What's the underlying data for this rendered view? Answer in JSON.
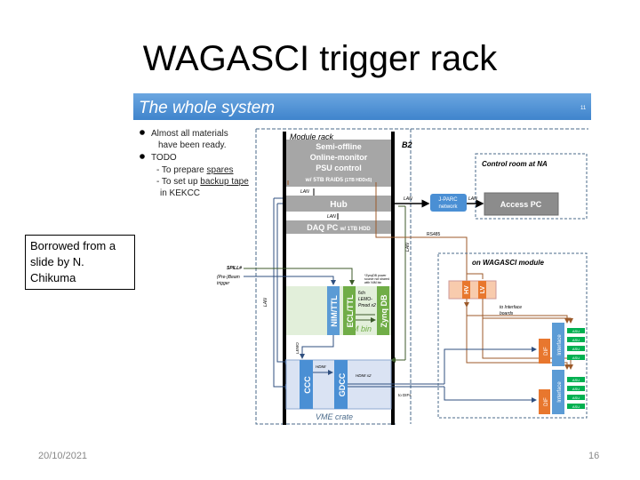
{
  "slide": {
    "title": "WAGASCI trigger rack",
    "note": "Borrowed from a slide by N. Chikuma",
    "footer_date": "20/10/2021",
    "page_number": "16"
  },
  "embedded_slide": {
    "header": "The whole system",
    "header_page": "11",
    "bullets": [
      {
        "text": "Almost all materials",
        "cont": "have been ready."
      },
      {
        "text": "TODO"
      }
    ],
    "todo_items": [
      {
        "prefix": "- To prepare ",
        "underlined": "spares"
      },
      {
        "prefix": "- To set up ",
        "underlined": "backup tape",
        "cont": "in KEKCC"
      }
    ],
    "module_rack": {
      "label": "Module rack",
      "server_lines": [
        "Semi-offline",
        "Online-monitor",
        "PSU control"
      ],
      "server_storage": "w/ 5TB RAID5",
      "server_storage_small": "(1TB HDDx5)",
      "hub": "Hub",
      "daq_pc": "DAQ PC",
      "daq_pc_storage": "w/ 1TB HDD",
      "lan_label": "LAN",
      "b2": "B2"
    },
    "network": {
      "jparc": [
        "J-PARC",
        "network"
      ],
      "control_room": "Control room at NA",
      "access_pc": "Access PC",
      "lan": "LAN",
      "rs485": "RS485"
    },
    "signals": {
      "spill": "SPILL#",
      "beam_trigger": [
        "(Pre-)Beam",
        "trigger"
      ],
      "lan_vertical": "LAN",
      "lan_right": "LAN"
    },
    "nim_bin": {
      "label": "NIM bin",
      "modules": [
        "NIM/TTL",
        "ECL/TTL",
        "Zynq DB"
      ],
      "lemo_note": [
        "6ch",
        "LEMO-",
        "Pmod x2"
      ],
      "zynq_note": [
        "*ZynqDB power",
        "source not shared",
        "with NIM bin"
      ],
      "lemo_label": "LEMO"
    },
    "vme_crate": {
      "label": "VME crate",
      "modules": [
        "CCC",
        "GDCC"
      ],
      "hdmi": "HDMI",
      "hdmi_x2": "HDMI x2",
      "to_difs": "to DIFs"
    },
    "wagasci_module": {
      "label": "on WAGASCI module",
      "hv": "HV",
      "lv": "LV",
      "to_interface": [
        "to Interface",
        "boards"
      ],
      "dif": "DIF",
      "interface": "Interface",
      "asu": "ASU"
    },
    "colors": {
      "header_blue": "#4a8fd4",
      "orange": "#e8772e",
      "blue": "#5b9bd5",
      "green": "#4caf50",
      "nim_green": "#70ad47",
      "gray": "#a6a6a6",
      "dark_gray": "#7f7f7f"
    }
  }
}
